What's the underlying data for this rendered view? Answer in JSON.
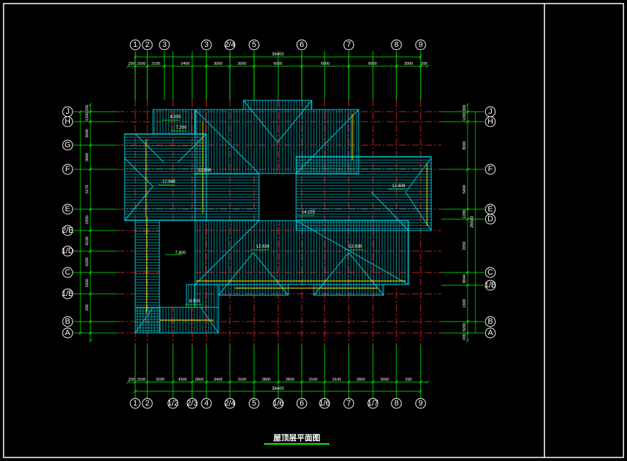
{
  "drawing": {
    "title": "屋顶层平面图",
    "colors": {
      "background": "#000000",
      "frame": "#ffffff",
      "roof": "#00c8d8",
      "grid_axis": "#ff2a2a",
      "grid_ext": "#00ff00",
      "dimension": "#00ff00",
      "ridge": "#ffff00",
      "title_underline": "#00ff00"
    },
    "axes_top": [
      "1",
      "2",
      "3",
      "3",
      "2/4",
      "5",
      "6",
      "7",
      "8",
      "9"
    ],
    "axes_bottom": [
      "1",
      "2",
      "1/2",
      "2/3",
      "4",
      "2/4",
      "5",
      "1/6",
      "6",
      "1/6",
      "7",
      "1/7",
      "8",
      "9"
    ],
    "axes_left": [
      "J",
      "H",
      "G",
      "F",
      "E",
      "2/E",
      "1/D",
      "C",
      "1/B",
      "B",
      "A"
    ],
    "axes_right": [
      "J",
      "H",
      "F",
      "E",
      "D",
      "C",
      "1/B",
      "B",
      "A"
    ],
    "dims_top": [
      "200",
      "1500",
      "2100",
      "5400",
      "3000",
      "3000",
      "6000",
      "6000",
      "6000",
      "3000",
      "200"
    ],
    "dims_bottom": [
      "200",
      "1500",
      "3200",
      "4300",
      "2800",
      "3400",
      "3100",
      "2800",
      "2800",
      "3100",
      "3100",
      "2800",
      "3000",
      "200"
    ],
    "dims_left": [
      "200",
      "1200",
      "3000",
      "3000",
      "5170",
      "2950",
      "8100",
      "6200",
      "1600",
      "200"
    ],
    "dims_right": [
      "300",
      "1200",
      "8000",
      "5400",
      "1200",
      "2950",
      "8844",
      "1300",
      "8200",
      "200"
    ],
    "total_top": "36400",
    "total_bottom": "36400",
    "total_right": "26500",
    "levels": [
      "8.000",
      "7.200",
      "12.658",
      "12.848",
      "12.608",
      "14.223",
      "7.800",
      "12.828",
      "12.838",
      "8.500"
    ]
  }
}
